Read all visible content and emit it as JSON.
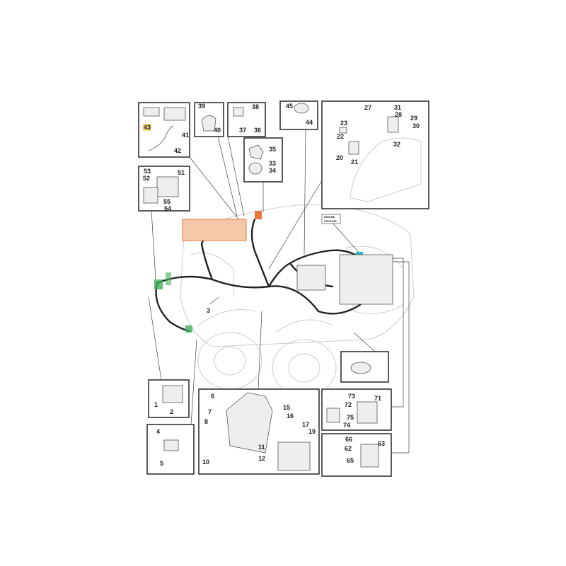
{
  "diagram": {
    "engine_ground_label": [
      "ENGINE",
      "GROUND"
    ],
    "main_harness_label": "3",
    "highlighted_part": "43",
    "colors": {
      "highlight": "#f7d774",
      "connector_green": "#3fae5a",
      "connector_orange": "#e8793a",
      "ground_cyan": "#29b6c9"
    },
    "groups": [
      {
        "id": "sensor-kit",
        "parts": [
          "43",
          "41",
          "42"
        ]
      },
      {
        "id": "cover",
        "parts": [
          "39",
          "40"
        ]
      },
      {
        "id": "relay",
        "parts": [
          "38",
          "37",
          "36"
        ]
      },
      {
        "id": "horn",
        "parts": [
          "45",
          "44"
        ]
      },
      {
        "id": "ignition-switch",
        "parts": [
          "35",
          "33",
          "34"
        ]
      },
      {
        "id": "dashboard",
        "parts": [
          "27",
          "31",
          "28",
          "29",
          "30",
          "23",
          "22",
          "32",
          "20",
          "21"
        ]
      },
      {
        "id": "socket-left",
        "parts": [
          "53",
          "51",
          "52",
          "55",
          "54"
        ]
      },
      {
        "id": "module-1",
        "parts": [
          "1",
          "2"
        ]
      },
      {
        "id": "module-4",
        "parts": [
          "4",
          "5"
        ]
      },
      {
        "id": "battery",
        "parts": [
          "6",
          "7",
          "8",
          "15",
          "16",
          "17",
          "19",
          "11",
          "12",
          "10"
        ]
      },
      {
        "id": "socket-right",
        "parts": [
          "73",
          "71",
          "72",
          "75",
          "74"
        ]
      },
      {
        "id": "socket-lower",
        "parts": [
          "66",
          "62",
          "63",
          "65"
        ]
      }
    ]
  }
}
